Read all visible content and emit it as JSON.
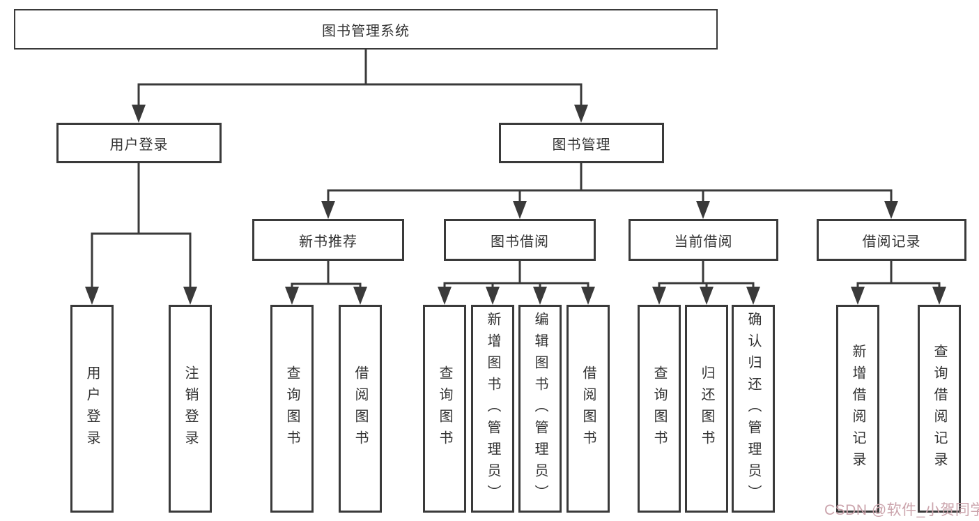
{
  "diagram": {
    "title": "图书管理系统",
    "colors": {
      "line": "#3a3a3a",
      "box_border": "#3a3a3a",
      "text": "#333333",
      "background": "#ffffff",
      "watermark": "#cba4ac"
    }
  },
  "nodes": {
    "root": {
      "label": "图书管理系统"
    },
    "branches": [
      {
        "label": "用户登录",
        "leaves": [
          {
            "label": "用户登录"
          },
          {
            "label": "注销登录"
          }
        ]
      },
      {
        "label": "图书管理",
        "groups": [
          {
            "label": "新书推荐",
            "leaves": [
              {
                "label": "查询图书"
              },
              {
                "label": "借阅图书"
              }
            ]
          },
          {
            "label": "图书借阅",
            "leaves": [
              {
                "label": "查询图书"
              },
              {
                "label": "新增图书（管理员）"
              },
              {
                "label": "编辑图书（管理员）"
              },
              {
                "label": "借阅图书"
              }
            ]
          },
          {
            "label": "当前借阅",
            "leaves": [
              {
                "label": "查询图书"
              },
              {
                "label": "归还图书"
              },
              {
                "label": "确认归还（管理员）"
              }
            ]
          },
          {
            "label": "借阅记录",
            "leaves": [
              {
                "label": "新增借阅记录"
              },
              {
                "label": "查询借阅记录"
              }
            ]
          }
        ]
      }
    ]
  },
  "watermark": {
    "text": "CSDN @软件_小贺同学"
  }
}
